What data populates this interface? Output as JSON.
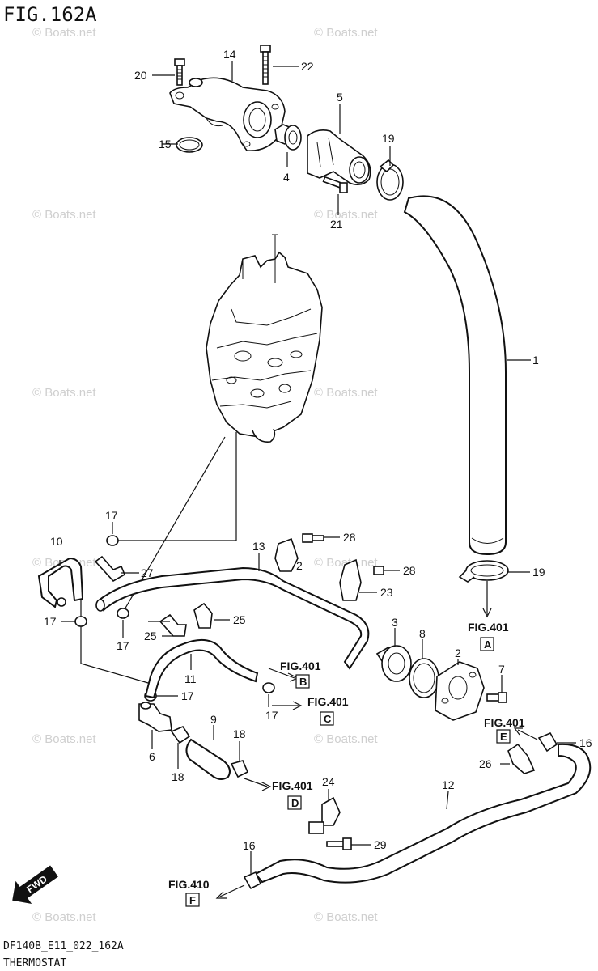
{
  "title": "FIG.162A",
  "footer": {
    "code": "DF140B_E11_022_162A",
    "name": "THERMOSTAT"
  },
  "watermark": "© Boats.net",
  "fwd_label": "FWD",
  "callouts": {
    "c1": "1",
    "c2": "2",
    "c3": "3",
    "c4": "4",
    "c5": "5",
    "c6": "6",
    "c7": "7",
    "c8": "8",
    "c9": "9",
    "c10": "10",
    "c11": "11",
    "c12": "12",
    "c13": "13",
    "c14": "14",
    "c15": "15",
    "c16a": "16",
    "c16b": "16",
    "c17a": "17",
    "c17b": "17",
    "c17c": "17",
    "c17d": "17",
    "c17e": "17",
    "c18a": "18",
    "c18b": "18",
    "c19a": "19",
    "c19b": "19",
    "c20": "20",
    "c21": "21",
    "c22": "22",
    "c23": "23",
    "c24": "24",
    "c25a": "25",
    "c25b": "25",
    "c26": "26",
    "c27": "27",
    "c28a": "28",
    "c28b": "28",
    "c29": "29",
    "c2b": "2"
  },
  "refs": {
    "a": {
      "fig": "FIG.401",
      "box": "A"
    },
    "b": {
      "fig": "FIG.401",
      "box": "B"
    },
    "c": {
      "fig": "FIG.401",
      "box": "C"
    },
    "d": {
      "fig": "FIG.401",
      "box": "D"
    },
    "e": {
      "fig": "FIG.401",
      "box": "E"
    },
    "f": {
      "fig": "FIG.410",
      "box": "F"
    }
  }
}
